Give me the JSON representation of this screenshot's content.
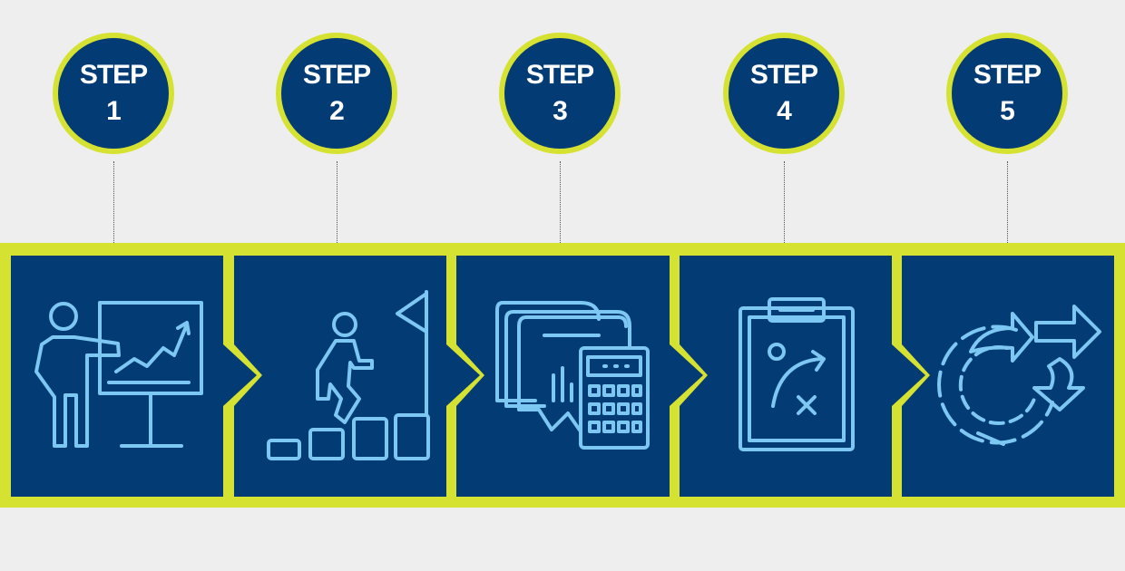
{
  "colors": {
    "background": "#eeeeee",
    "navy": "#033b74",
    "lime": "#d6e232",
    "icon": "#7cc8f2"
  },
  "steps": [
    {
      "label": "STEP",
      "number": "1",
      "icon": "presentation-chart-icon"
    },
    {
      "label": "STEP",
      "number": "2",
      "icon": "climbing-stairs-flag-icon"
    },
    {
      "label": "STEP",
      "number": "3",
      "icon": "documents-calculator-icon"
    },
    {
      "label": "STEP",
      "number": "4",
      "icon": "strategy-clipboard-icon"
    },
    {
      "label": "STEP",
      "number": "5",
      "icon": "cycle-arrows-icon"
    }
  ]
}
